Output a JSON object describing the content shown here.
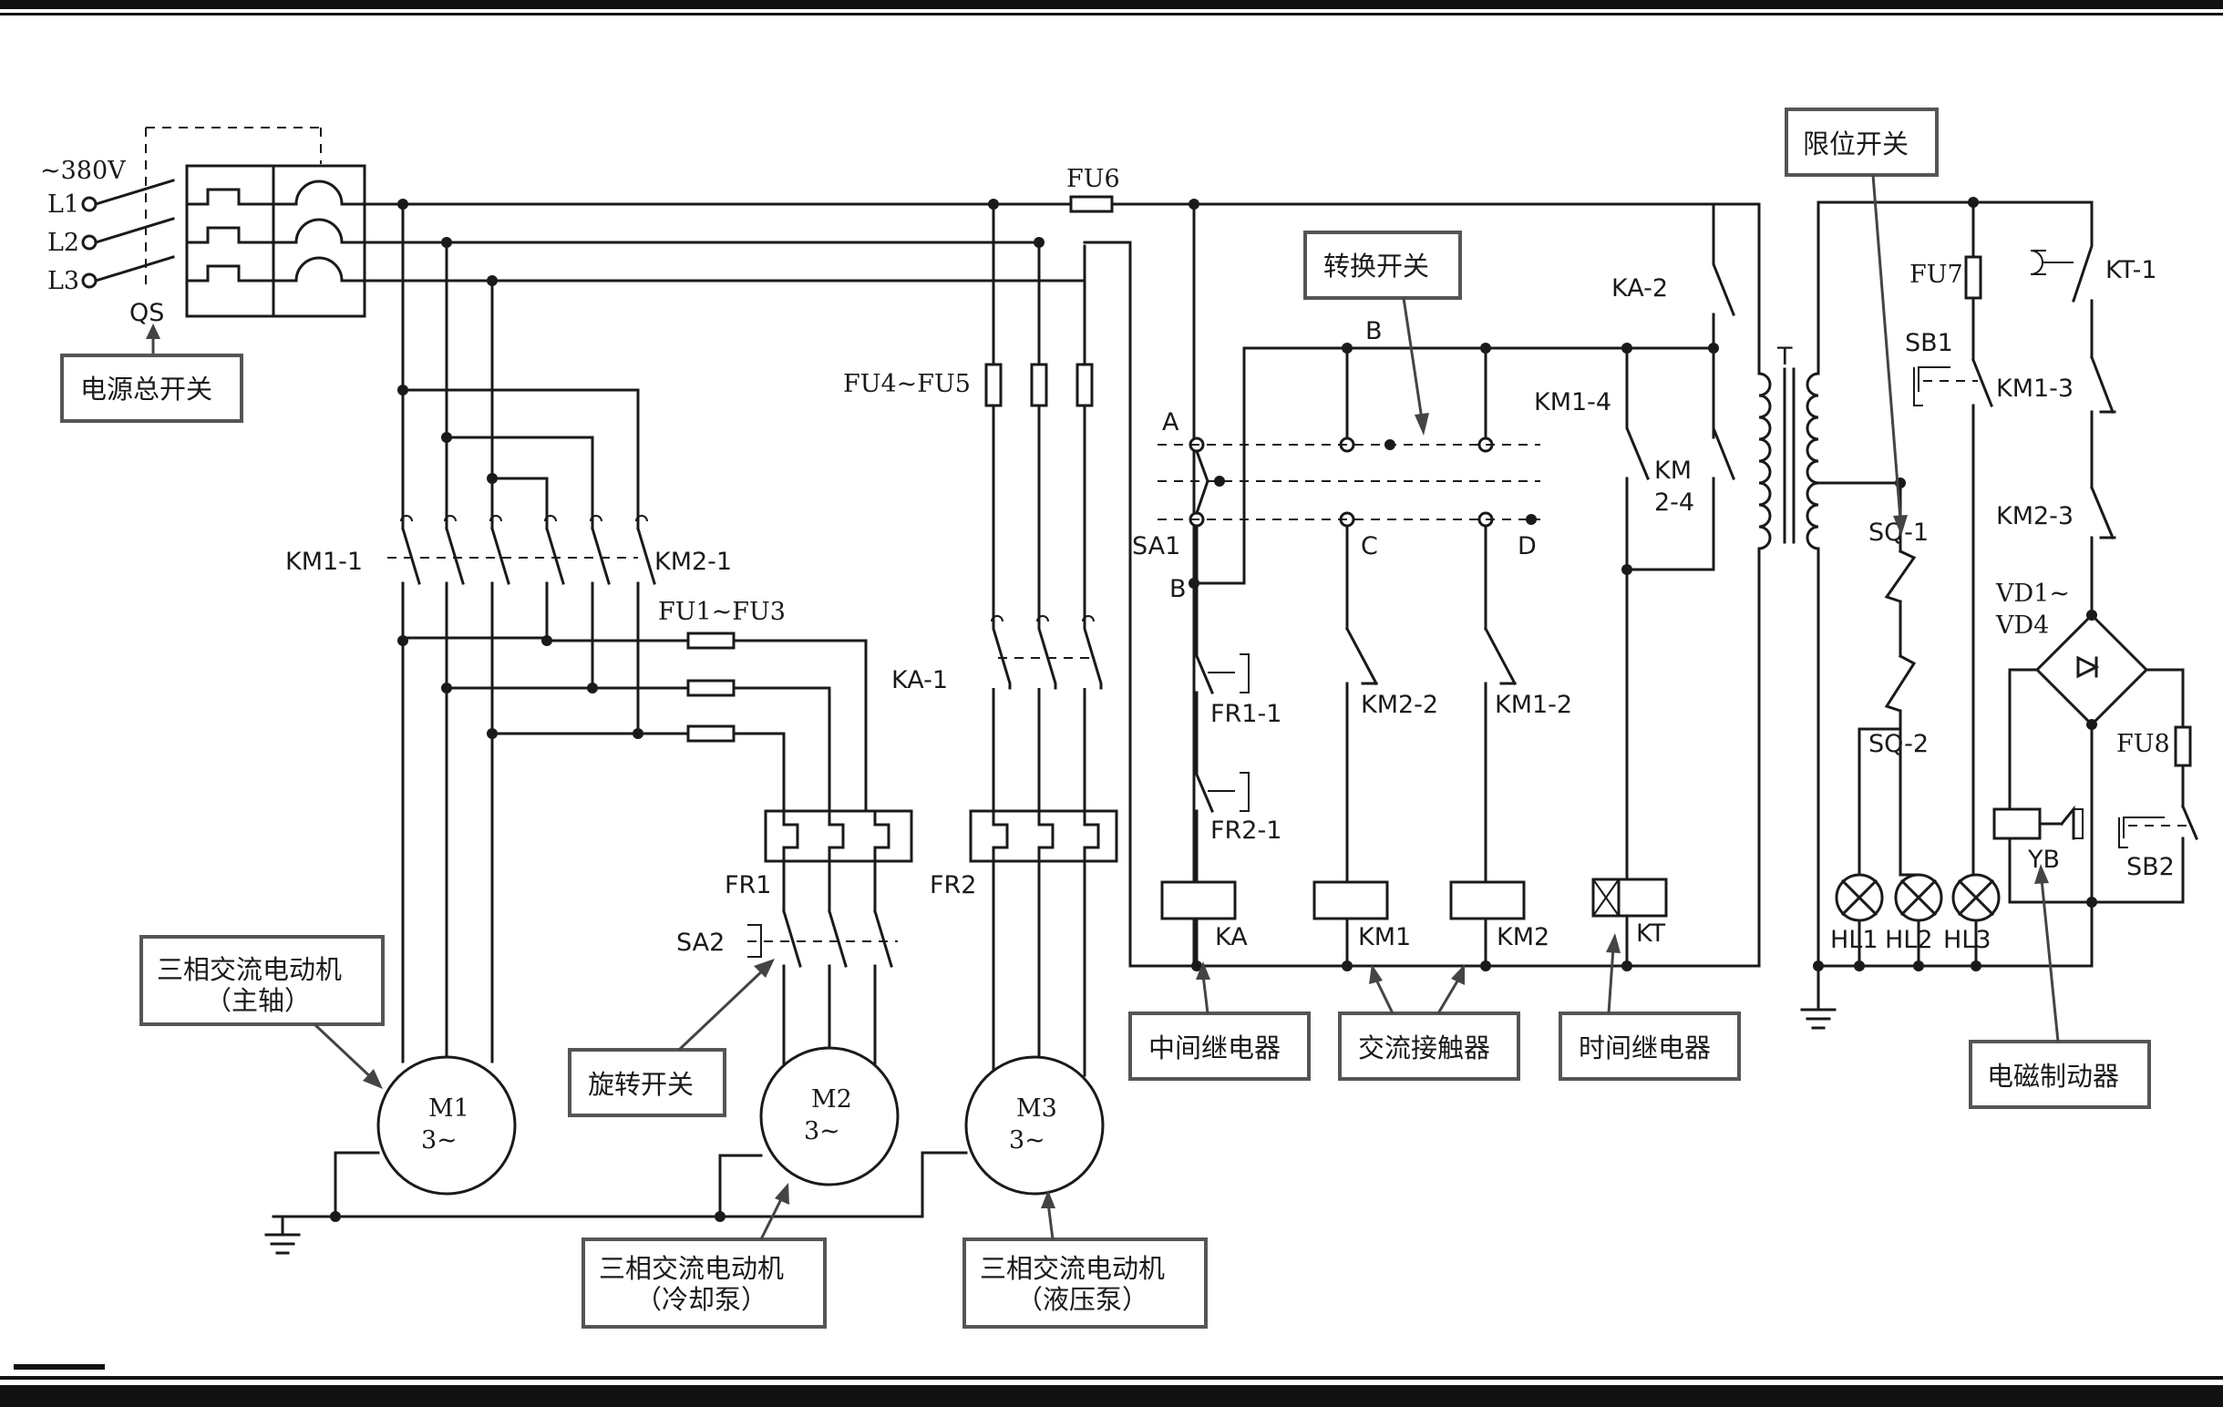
{
  "supply": {
    "voltage": "~380V",
    "phases": [
      "L1",
      "L2",
      "L3"
    ],
    "switch": "QS"
  },
  "labels": {
    "fu6": "FU6",
    "fu4_5": "FU4~FU5",
    "fu1_3": "FU1~FU3",
    "fu7": "FU7",
    "fu8": "FU8",
    "km1_1": "KM1-1",
    "km2_1": "KM2-1",
    "ka_1": "KA-1",
    "ka_2": "KA-2",
    "km1_4": "KM1-4",
    "km2_4": "KM\n2-4",
    "fr1": "FR1",
    "fr2": "FR2",
    "sa2": "SA2",
    "sa1": "SA1",
    "a": "A",
    "b_top": "B",
    "b_bot": "B",
    "c": "C",
    "d": "D",
    "fr1_1": "FR1-1",
    "fr2_1": "FR2-1",
    "km2_2": "KM2-2",
    "km1_2": "KM1-2",
    "ka": "KA",
    "km1": "KM1",
    "km2": "KM2",
    "kt": "KT",
    "t": "T",
    "sb1": "SB1",
    "sb2": "SB2",
    "kt_1": "KT-1",
    "km1_3": "KM1-3",
    "km2_3": "KM2-3",
    "vd": "VD1~\nVD4",
    "sq1": "SQ-1",
    "sq2": "SQ-2",
    "yb": "YB",
    "hl1": "HL1",
    "hl2": "HL2",
    "hl3": "HL3"
  },
  "motors": {
    "m1": {
      "name": "M1",
      "sub": "3~"
    },
    "m2": {
      "name": "M2",
      "sub": "3~"
    },
    "m3": {
      "name": "M3",
      "sub": "3~"
    }
  },
  "callouts": {
    "main_switch": "电源总开关",
    "motor_spindle": "三相交流电动机\n（主轴）",
    "rotary_switch": "旋转开关",
    "motor_coolant": "三相交流电动机\n（冷却泵）",
    "motor_hydraulic": "三相交流电动机\n（液压泵）",
    "change_switch": "转换开关",
    "intermediate_relay": "中间继电器",
    "ac_contactor": "交流接触器",
    "time_relay": "时间继电器",
    "limit_switch": "限位开关",
    "electromagnetic_brake": "电磁制动器"
  }
}
